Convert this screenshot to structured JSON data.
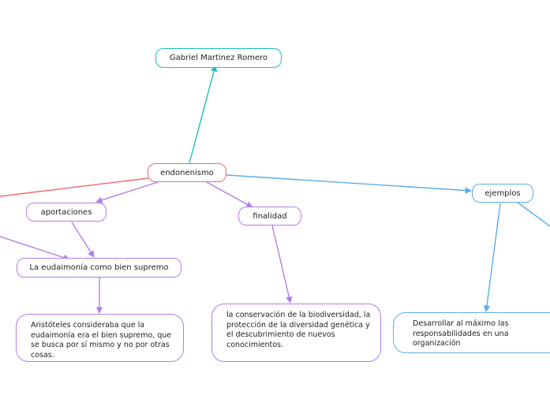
{
  "diagram": {
    "author": "Gabriel Martinez Romero",
    "center": "endonenismo",
    "aportaciones": "aportaciones",
    "finalidad": "finalidad",
    "ejemplos": "ejemplos",
    "eudaimonia": "La eudaimonía como bien supremo",
    "aristoteles": "Aristóteles consideraba que la eudaimonía era el bien supremo, que se busca por sí mismo y no por otras cosas.",
    "conservacion": "la conservación de la biodiversidad, la protección de la diversidad genética y el descubrimiento de nuevos conocimientos.",
    "desarrollar": "Desarrollar al máximo las responsabilidades en una organización"
  },
  "colors": {
    "teal": "#22bdc4",
    "red": "#ec6a6e",
    "purple": "#b27ee8",
    "blue": "#5aaee8"
  }
}
